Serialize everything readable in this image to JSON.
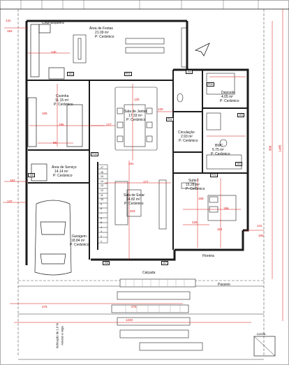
{
  "rooms": {
    "churrasqueira": {
      "name": "Churrasqueira"
    },
    "area_festas": {
      "name": "Área de Festas",
      "area": "21.09 m²",
      "floor": "P: Cerâmico"
    },
    "cozinha": {
      "name": "Cozinha",
      "area": "11.15 m²",
      "floor": "P: Cerâmico"
    },
    "sala_jantar": {
      "name": "Sala de Jantar",
      "area": "17.33 m²",
      "floor": "P: Cerâmico"
    },
    "deposito": {
      "name": "Deposito",
      "area": "4.05 m²",
      "floor": "P: Cerâmico"
    },
    "circulacao": {
      "name": "Circulação",
      "area": "2.93 m²",
      "floor": "P: Cerâmico"
    },
    "bwc": {
      "name": "BWC",
      "area": "5.75 m²",
      "floor": "P: Cerâmico"
    },
    "area_servico": {
      "name": "Área de Serviço",
      "area": "14.14 m²",
      "floor": "P: Cerâmico"
    },
    "sala_estar": {
      "name": "Sala de Estar",
      "area": "24.82 m²",
      "floor": "P: Cerâmico"
    },
    "suite": {
      "name": "Suíte I",
      "area": "15.28 m²",
      "floor": "P: Cerâmico"
    },
    "garagem": {
      "name": "Garagem",
      "area": "18.84 m²",
      "floor": "P: Cerâmico"
    },
    "floreira": {
      "name": "Floreira"
    },
    "calcada": {
      "name": "Calçada"
    }
  },
  "labels": {
    "passeio": "Passeio"
  },
  "dimensions": {
    "d141_top": "141",
    "d183": "183",
    "d140": "140",
    "d120": "120",
    "d195": "195",
    "d177a": "177",
    "d120b": "120",
    "d181": "181",
    "d88": "88",
    "d105": "105",
    "d203": "203",
    "d177b": "177",
    "d226": "226",
    "d158": "158",
    "d186": "186",
    "d113": "113",
    "d141_right": "141",
    "d150": "150",
    "d275a": "275",
    "d275b": "275",
    "d1240": "1240",
    "d300": "300",
    "d1485": "1485",
    "d162": "162",
    "d137": "137"
  },
  "tags": {
    "p01": "P01",
    "p02": "P02",
    "p03": "P03",
    "p04": "P04",
    "p05": "P05",
    "j01": "J01",
    "j02": "J02",
    "j03": "J03",
    "j04": "J04",
    "j05": "J05",
    "j06": "J06",
    "j07": "J07"
  },
  "stair_numbers": [
    "17",
    "16",
    "15",
    "14",
    "13",
    "12",
    "11",
    "10",
    "9",
    "8",
    "7",
    "6",
    "5",
    "4",
    "3",
    "2",
    "1"
  ],
  "annotations": {
    "slope": "Inclinação de 1.6 %",
    "access": "Acesso a vaga",
    "lixeira": "Lixeira"
  },
  "colors": {
    "wall": "#1a1a1a",
    "dimension": "#d11111",
    "line": "#222222"
  }
}
